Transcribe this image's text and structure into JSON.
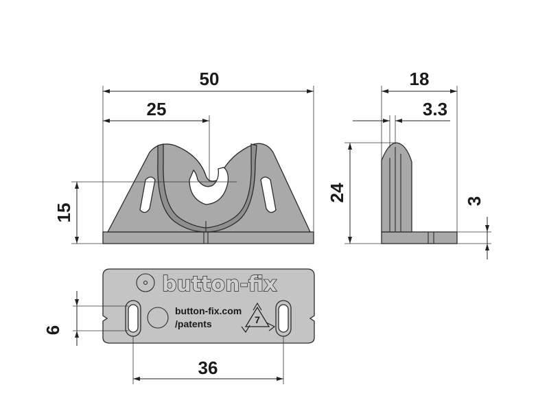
{
  "dimensions": {
    "total_width": "50",
    "center_offset": "25",
    "height_base": "15",
    "side_depth": "18",
    "side_thickness": "3.3",
    "side_height": "24",
    "base_thickness": "3",
    "slot_height": "6",
    "slot_spacing": "36"
  },
  "label": {
    "brand": "button-fix",
    "website": "button-fix.com",
    "patents": "/patents",
    "recycle_code": "7"
  },
  "colors": {
    "part_fill": "#a9a9a9",
    "label_fill": "#c4c4c4",
    "line": "#222222"
  }
}
